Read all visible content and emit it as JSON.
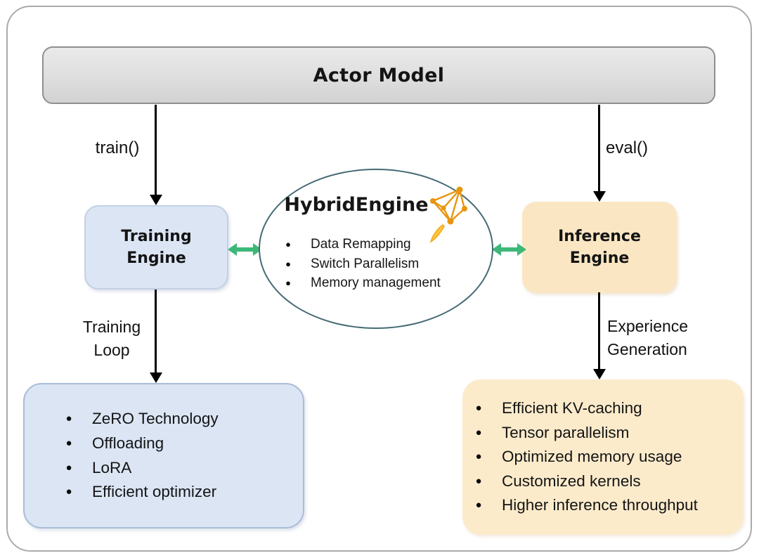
{
  "actor_model": {
    "label": "Actor Model"
  },
  "training_branch": {
    "call_label": "train()",
    "engine_title_line1": "Training",
    "engine_title_line2": "Engine",
    "loop_label_line1": "Training",
    "loop_label_line2": "Loop",
    "features": [
      "ZeRO Technology",
      "Offloading",
      "LoRA",
      "Efficient optimizer"
    ]
  },
  "hybrid_engine": {
    "title": "HybridEngine",
    "icon": "deepspeed-network-icon",
    "features": [
      "Data Remapping",
      "Switch Parallelism",
      "Memory management"
    ]
  },
  "inference_branch": {
    "call_label": "eval()",
    "engine_title_line1": "Inference",
    "engine_title_line2": "Engine",
    "generation_label_line1": "Experience",
    "generation_label_line2": "Generation",
    "features": [
      "Efficient KV-caching",
      "Tensor parallelism",
      "Optimized memory usage",
      "Customized kernels",
      "Higher inference throughput"
    ]
  },
  "colors": {
    "actor_fill": "#DEDEDE",
    "actor_border": "#8F8F8F",
    "training_fill": "#DBE5F4",
    "training_border": "#A9BCD8",
    "inference_fill": "#FBE6C3",
    "inference_list_fill": "#FCEBCB",
    "green_arrow": "#3EB878",
    "ellipse_stroke": "#456A74",
    "black_arrow": "#000000",
    "icon_orange": "#E8950F",
    "icon_flame": "#FFC933",
    "frame_border": "#ABABAB"
  }
}
